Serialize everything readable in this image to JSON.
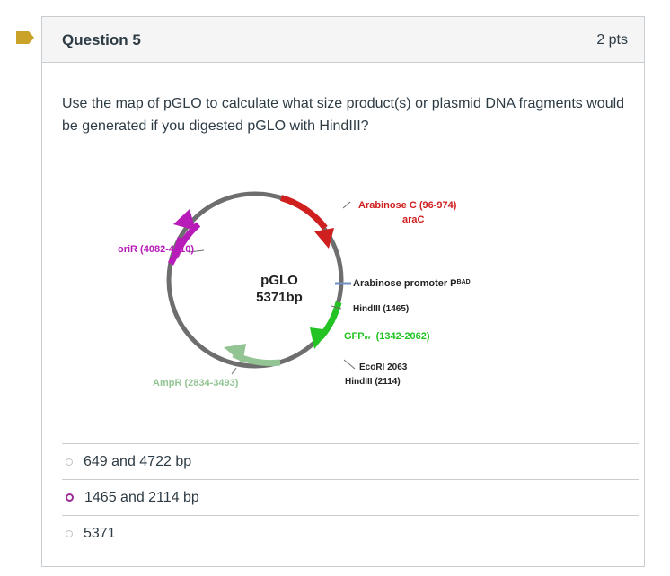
{
  "question": {
    "title": "Question 5",
    "points": "2 pts",
    "text": "Use the map of pGLO to calculate what size product(s) or plasmid DNA fragments would be generated if you digested pGLO with HindIII?"
  },
  "plasmid_map": {
    "name": "pGLO",
    "size": "5371bp",
    "labels": {
      "arabinose_c": "Arabinose C (96-974)",
      "arac": "araC",
      "orir": "oriR (4082-4710)",
      "arabinose_promoter": "Arabinose promoter P",
      "promoter_sub": "BAD",
      "hindiii_1465": "HindIII (1465)",
      "gfp": "GFP",
      "gfp_sub": "uv",
      "gfp_range": "(1342-2062)",
      "ecori": "EcoRI 2063",
      "hindiii_2114": "HindIII (2114)",
      "ampr": "AmpR (2834-3493)"
    },
    "colors": {
      "backbone": "#6e6e6e",
      "arac": "#d01f1f",
      "gfp": "#22c322",
      "ampr": "#93c493",
      "orir": "#b81cb8",
      "promoter": "#6f8fc6"
    }
  },
  "answers": [
    {
      "label": "649 and 4722 bp",
      "selected": false
    },
    {
      "label": "1465 and 2114 bp",
      "selected": true
    },
    {
      "label": "5371",
      "selected": false
    }
  ],
  "colors": {
    "flag": "#c9a227",
    "selected_radio": "#9b2d99"
  }
}
